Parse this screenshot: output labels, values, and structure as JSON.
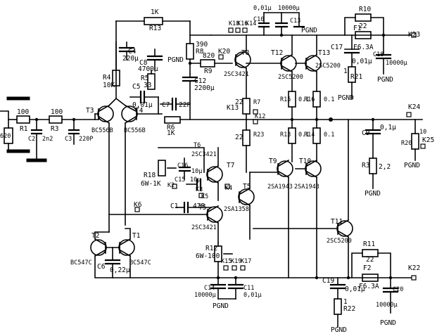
{
  "labels": {
    "R1": "R1",
    "R1_val": "100",
    "R2_val": "620",
    "C2": "C2",
    "C2_val": "2n2",
    "R3": "R3",
    "R3_val": "100",
    "C3": "C3",
    "C3_val": "220P",
    "T3": "T3",
    "T3_type": "BC556B",
    "T4": "T4",
    "T4_type": "BC556B",
    "R4": "R4",
    "R4_val": "10K",
    "R13": "R13",
    "R13_val": "1K",
    "C4": "C4",
    "C4_val": "220μ",
    "C8": "C8",
    "C8_val": "4700μ",
    "PGND_C8": "PGND",
    "R5": "R5",
    "R5_val": "33",
    "C5": "C5",
    "C5_val": "0,01μ",
    "R8": "R8",
    "R8_val": "390",
    "C12": "C12",
    "C12_val": "2200μ",
    "C7": "C7",
    "C7_val": "22P",
    "R6": "R6",
    "R6_val": "1K",
    "R9": "R9",
    "R9_val": "820",
    "K20": "K20",
    "K18": "K18",
    "K16": "K16",
    "K14": "K14",
    "C10": "C10",
    "C10_val": "0,01μ",
    "C13": "C13",
    "C13_val": "10000μ",
    "PGND_C13": "PGND",
    "T8": "T8",
    "T8_type": "2SC3421",
    "T12": "T12",
    "T12_type": "2SC5200",
    "T13": "T13",
    "T13_type": "2SC5200",
    "R10": "R10",
    "R10_val": "22",
    "F1": "F1",
    "F1_val": "F6.3A",
    "K23": "K23",
    "C17": "C17",
    "C17_val": "0,01μ",
    "C18": "C18",
    "C18_val": "10000μ",
    "PGND_C18": "PGND",
    "R21": "R21",
    "R21_val": "1",
    "PGND_R21": "PGND",
    "R7": "R7",
    "R7_val": "22",
    "R23": "R23",
    "R23_val": "22",
    "K13": "K13",
    "K12": "K12",
    "R15": "R15",
    "R15_val": "0.1",
    "R16": "R16",
    "R16_val": "0.1",
    "R13b": "R13",
    "R13b_val": "0.1",
    "R14": "R14",
    "R14_val": "0.1",
    "K24": "K24",
    "C9": "C9",
    "C9_val": "0,1μ",
    "R20": "R20",
    "R20_val": "10",
    "K25": "K25",
    "PGND_R20": "PGND",
    "R3b": "R3",
    "R3b_val": "2,2",
    "PGND_R3": "PGND",
    "T6": "T6",
    "T6_type": "2SC3421",
    "R18": "R18",
    "R18_val": "6W-1K",
    "C16": "C16",
    "C16_val": "10μ",
    "C15": "C15",
    "C15_val": "10μ",
    "T7": "T7",
    "K2": "K2",
    "K3": "K3",
    "K5": "K5",
    "K4": "K4",
    "C1": "C1",
    "C1_val": "47P",
    "T5": "T5",
    "T5_type": "2SA1358",
    "T9": "T9",
    "T9_type": "2SA1943",
    "T10": "T10",
    "T10_type": "2SA1943",
    "K6": "K6",
    "T5b": "T5",
    "T5b_type": "2SC3421",
    "T11": "T11",
    "T11_type": "2SC5200",
    "T2": "T2",
    "T2_type": "BC547C",
    "T1": "T1",
    "T1_type": "BC547C",
    "C6": "C6",
    "C6_val": "0,22μ",
    "R12": "R12",
    "R12_val": "6W-100",
    "K15": "K15",
    "K19": "K19",
    "K17": "K17",
    "C14": "C14",
    "C14_val": "10000μ",
    "C11": "C11",
    "C11_val": "0,01μ",
    "PGND_C14": "PGND",
    "R11": "R11",
    "R11_val": "22",
    "F2": "F2",
    "F2_val": "F6.3A",
    "K22": "K22",
    "C19": "C19",
    "C19_val": "0,01μ",
    "R22": "R22",
    "R22_val": "1",
    "PGND_R22": "PGND",
    "C20": "C20",
    "C20_val": "10000μ",
    "PGND_C20": "PGND"
  }
}
